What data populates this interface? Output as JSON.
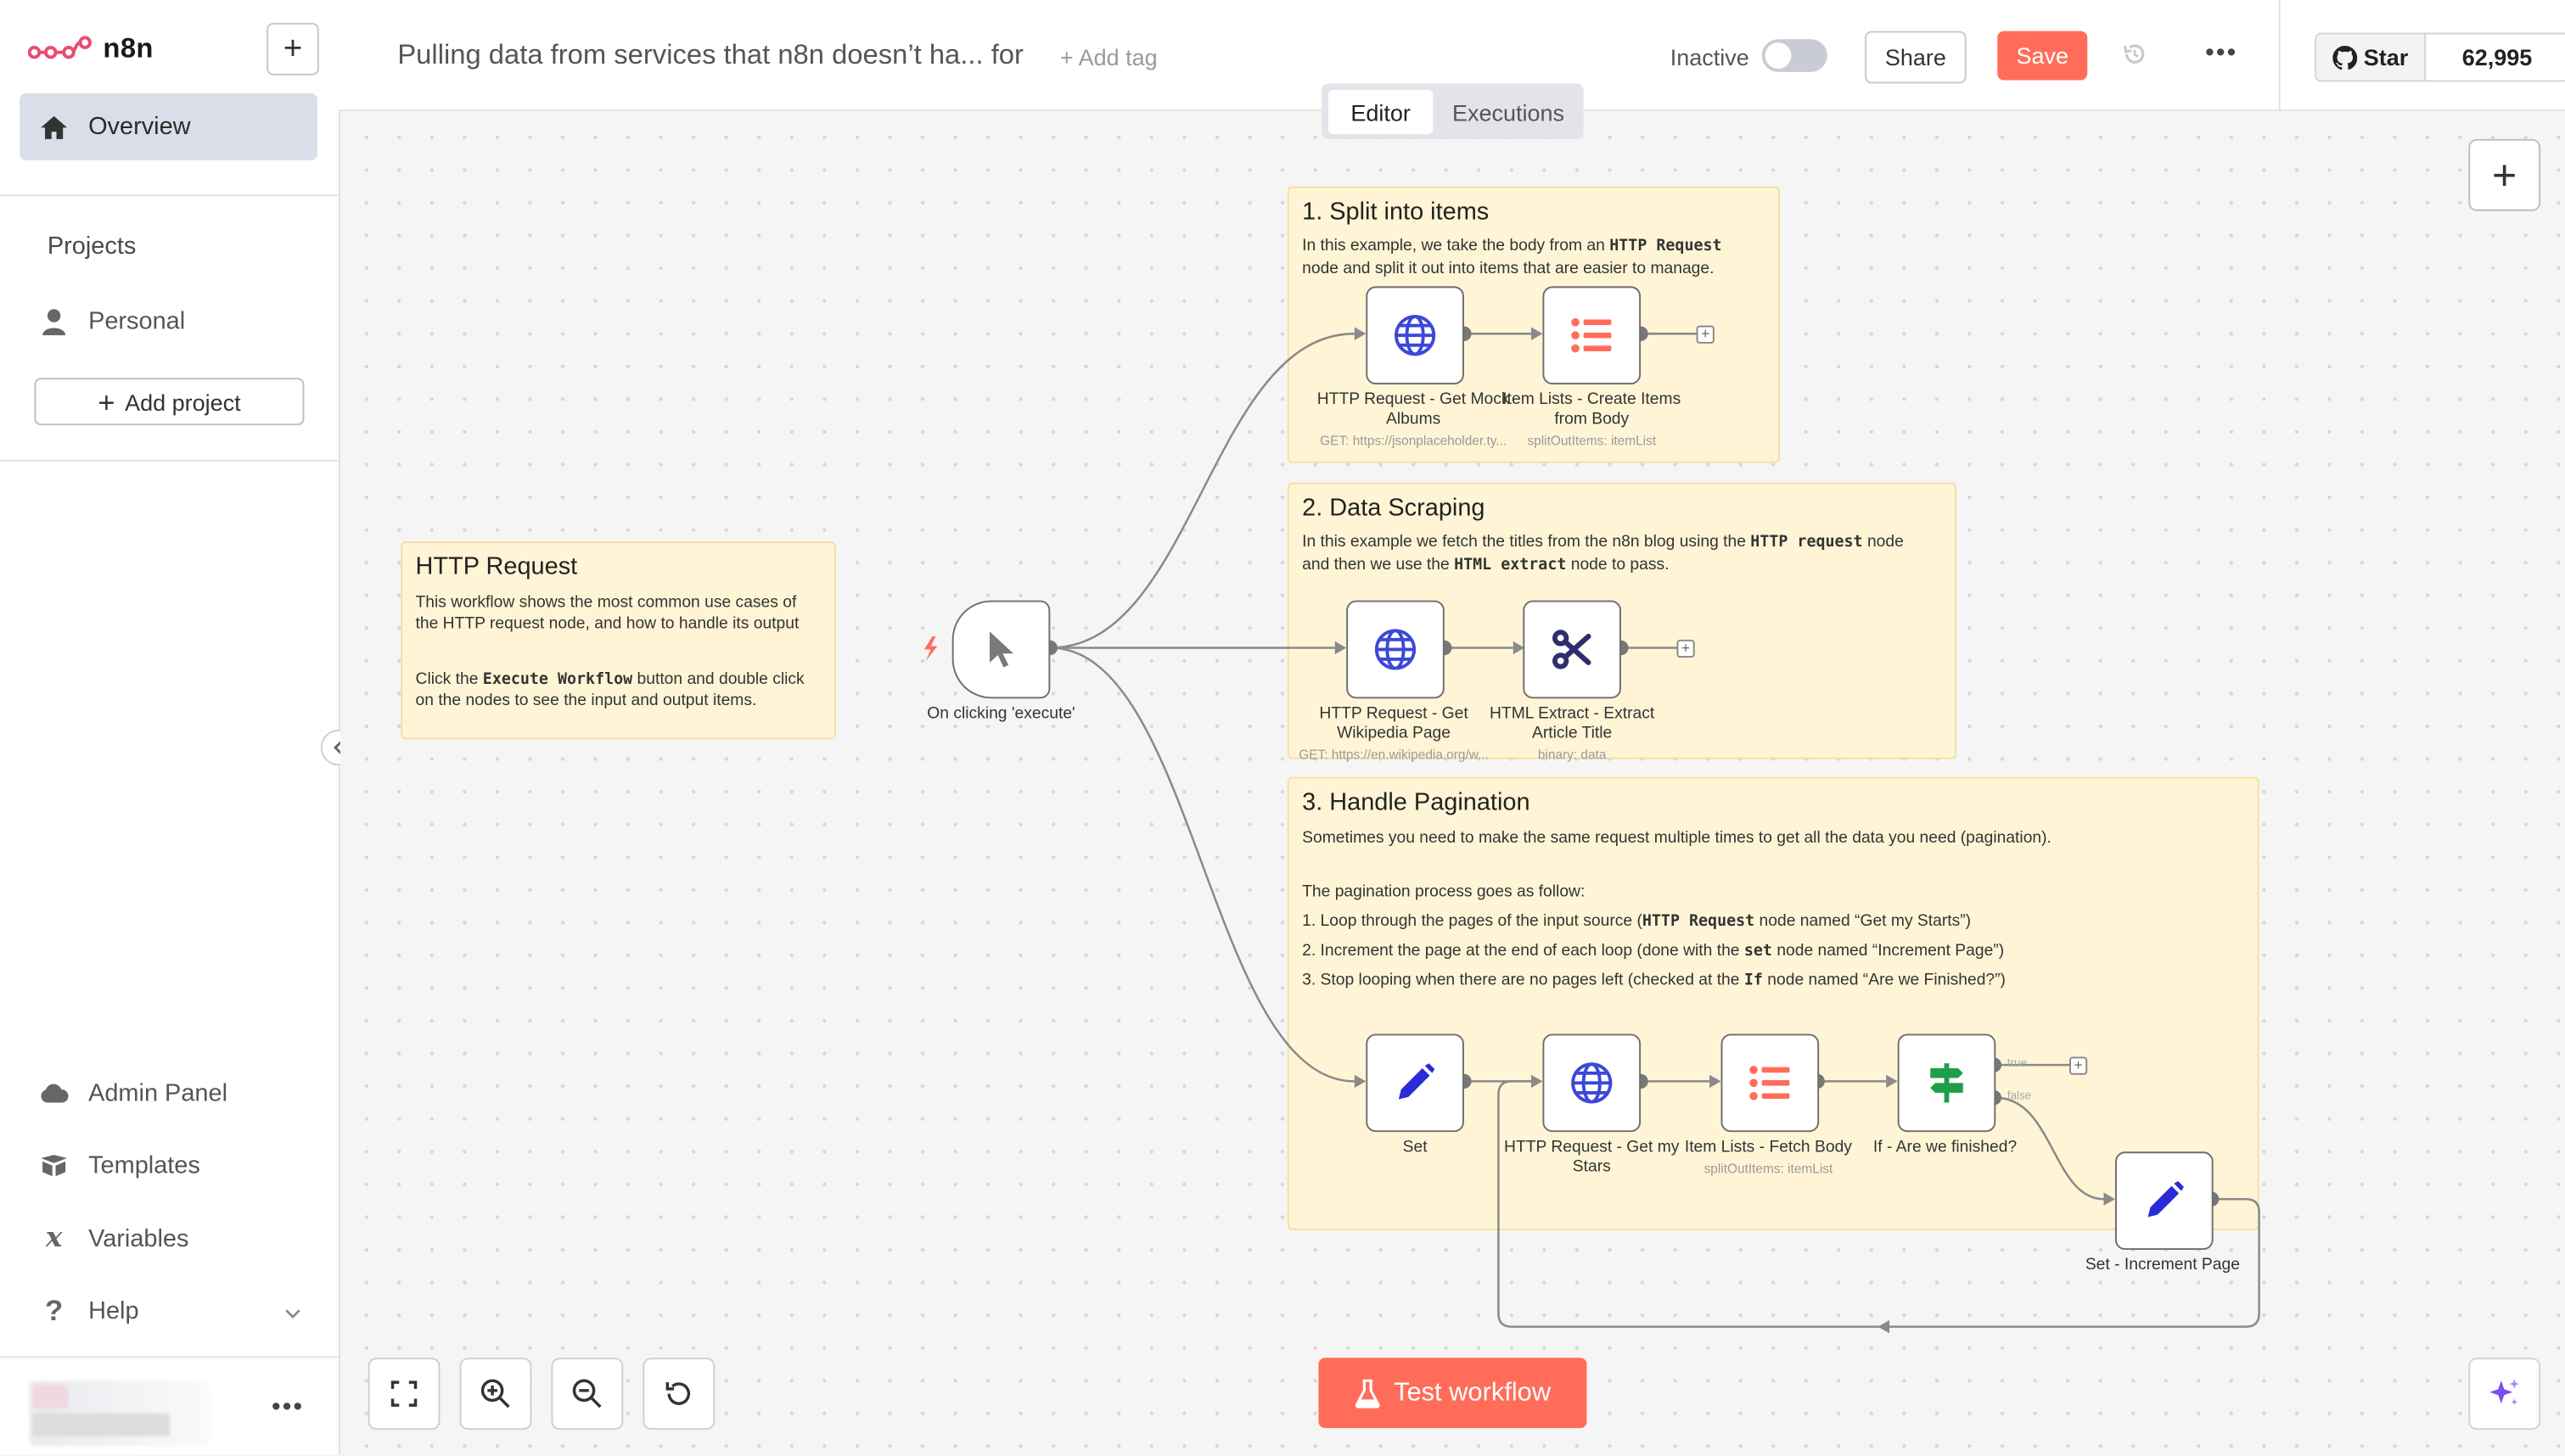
{
  "app": {
    "name": "n8n"
  },
  "sidebar": {
    "overview_label": "Overview",
    "projects_heading": "Projects",
    "personal_label": "Personal",
    "add_project_label": "Add project",
    "bottom_items": [
      {
        "label": "Admin Panel",
        "icon": "cloud-icon"
      },
      {
        "label": "Templates",
        "icon": "box-icon"
      },
      {
        "label": "Variables",
        "icon": "variable-icon"
      },
      {
        "label": "Help",
        "icon": "question-icon"
      }
    ]
  },
  "header": {
    "workflow_title": "Pulling data from services that n8n doesn’t ha... for",
    "add_tag": "+ Add tag",
    "status_label": "Inactive",
    "share_label": "Share",
    "save_label": "Save",
    "github_star_label": "Star",
    "github_star_count": "62,995"
  },
  "tabs": {
    "editor": "Editor",
    "executions": "Executions"
  },
  "notes": {
    "intro": {
      "title": "HTTP Request",
      "line1": "This workflow shows the most common use cases of",
      "line2": "the HTTP request node, and how to handle its output",
      "line3_a": "Click the ",
      "line3_code": "Execute Workflow",
      "line3_b": " button and double click",
      "line4": "on the nodes to see the input and output items."
    },
    "split": {
      "title": "1. Split into items",
      "l1_a": "In this example, we take the body from an ",
      "l1_code": "HTTP Request",
      "l2": "node and split it out into items that are easier to manage."
    },
    "scraping": {
      "title": "2. Data Scraping",
      "l1_a": "In this example we fetch the titles from the n8n blog using the ",
      "l1_code": "HTTP request",
      "l1_b": " node",
      "l2_a": "and then we use the ",
      "l2_code": "HTML extract",
      "l2_b": " node to pass."
    },
    "pagination": {
      "title": "3. Handle Pagination",
      "l1": "Sometimes you need to make the same request multiple times to get all the data you need (pagination).",
      "l2": "The pagination process goes as follow:",
      "l3_a": "1. Loop through the pages of the input source (",
      "l3_code": "HTTP Request",
      "l3_b": " node named “Get my Starts”)",
      "l4_a": "2. Increment the page at the end of each loop (done with the ",
      "l4_code": "set",
      "l4_b": " node named “Increment Page”)",
      "l5_a": "3. Stop looping when there are no pages left (checked at the ",
      "l5_code": "If",
      "l5_b": " node named “Are we Finished?”)"
    }
  },
  "nodes": {
    "trigger": {
      "label": "On clicking 'execute'",
      "icon": "cursor-icon"
    },
    "get_albums": {
      "label1": "HTTP Request - Get Mock",
      "label2": "Albums",
      "sub": "GET: https://jsonplaceholder.ty...",
      "icon": "globe-icon"
    },
    "create_items": {
      "label1": "Item Lists - Create Items",
      "label2": "from Body",
      "sub": "splitOutItems: itemList",
      "icon": "list-icon"
    },
    "get_wiki": {
      "label1": "HTTP Request - Get",
      "label2": "Wikipedia Page",
      "sub": "GET: https://en.wikipedia.org/w...",
      "icon": "globe-icon"
    },
    "html_extract": {
      "label1": "HTML Extract - Extract",
      "label2": "Article Title",
      "sub": "binary: data",
      "icon": "scissors-icon"
    },
    "set": {
      "label": "Set",
      "icon": "pencil-icon"
    },
    "get_stars": {
      "label1": "HTTP Request - Get my",
      "label2": "Stars",
      "icon": "globe-icon"
    },
    "fetch_body": {
      "label": "Item Lists - Fetch Body",
      "sub": "splitOutItems: itemList",
      "icon": "list-icon"
    },
    "if_finished": {
      "label": "If - Are we finished?",
      "true_label": "true",
      "false_label": "false",
      "icon": "signpost-icon"
    },
    "increment": {
      "label": "Set - Increment Page",
      "icon": "pencil-icon"
    }
  },
  "canvas": {
    "test_workflow_label": "Test workflow"
  },
  "colors": {
    "accent": "#ff6d5a",
    "sticky": "#fff5d6",
    "node_blue": "#3b48d8",
    "node_red": "#ff6d5a",
    "node_green": "#1e9e4a"
  }
}
